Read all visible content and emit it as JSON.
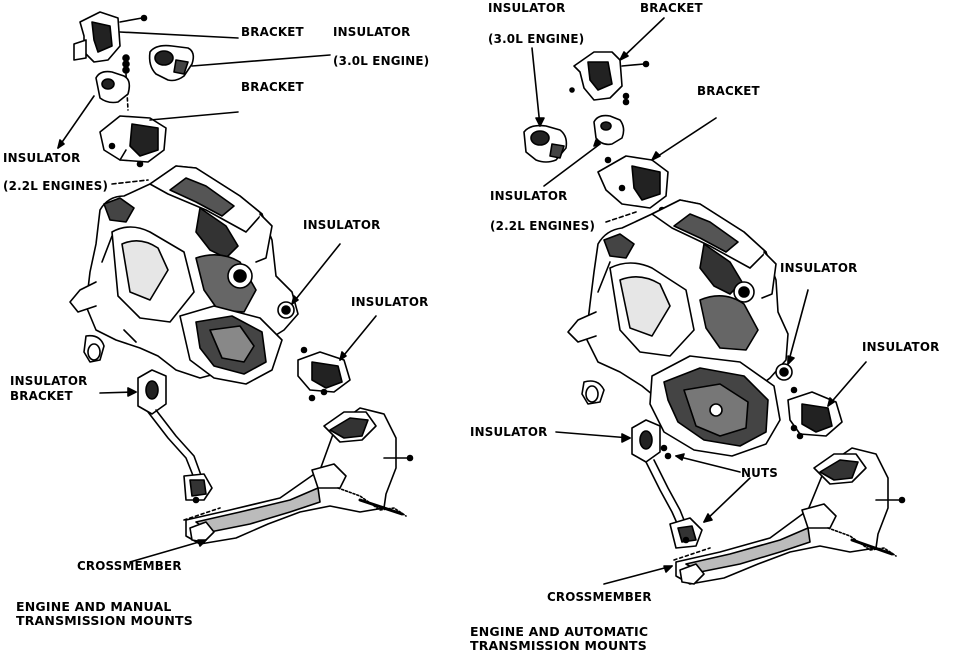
{
  "left_panel": {
    "labels": {
      "bracket_top": "BRACKET",
      "insulator_top": "INSULATOR",
      "engine_30l": "(3.0L ENGINE)",
      "bracket_mid": "BRACKET",
      "insulator_left": "INSULATOR",
      "engines_22l": "(2.2L ENGINES)",
      "insulator_right": "INSULATOR",
      "insulator_far_right": "INSULATOR",
      "insulator_bracket_line1": "INSULATOR",
      "insulator_bracket_line2": "BRACKET",
      "crossmember": "CROSSMEMBER"
    },
    "caption_line1": "ENGINE AND MANUAL",
    "caption_line2": "TRANSMISSION MOUNTS"
  },
  "right_panel": {
    "labels": {
      "insulator_top": "INSULATOR",
      "engine_30l": "(3.0L ENGINE)",
      "bracket_top": "BRACKET",
      "bracket_mid": "BRACKET",
      "insulator_mid": "INSULATOR",
      "engines_22l": "(2.2L ENGINES)",
      "insulator_right": "INSULATOR",
      "insulator_far_right": "INSULATOR",
      "insulator_left": "INSULATOR",
      "nuts": "NUTS",
      "crossmember": "CROSSMEMBER"
    },
    "caption_line1": "ENGINE AND AUTOMATIC",
    "caption_line2": "TRANSMISSION MOUNTS"
  },
  "colors": {
    "ink": "#000000",
    "paper": "#ffffff"
  }
}
